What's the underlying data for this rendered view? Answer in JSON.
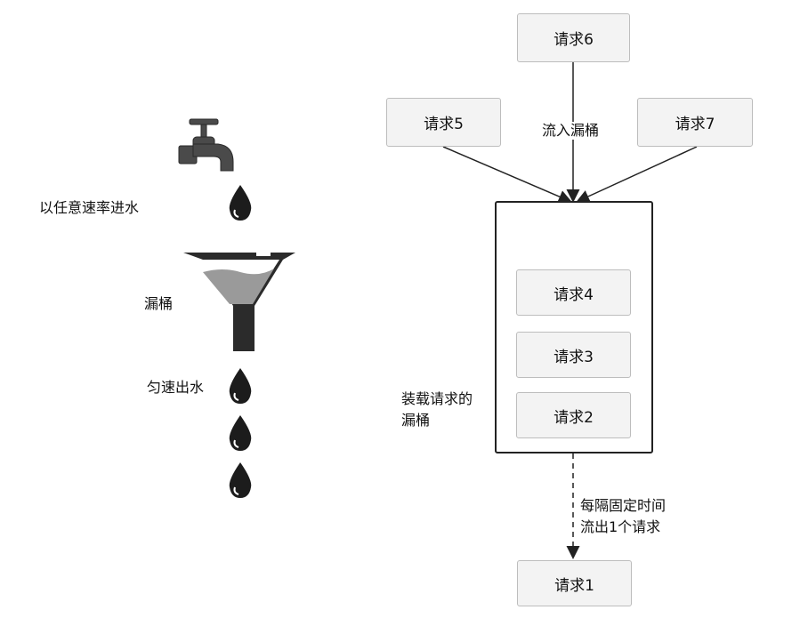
{
  "left_panel": {
    "label_inflow": "以任意速率进水",
    "label_bucket": "漏桶",
    "label_outflow": "匀速出水"
  },
  "right_panel": {
    "request_top": "请求6",
    "request_left": "请求5",
    "request_right": "请求7",
    "label_inflow": "流入漏桶",
    "bucket_label_line1": "装载请求的",
    "bucket_label_line2": "漏桶",
    "queued_requests": [
      "请求4",
      "请求3",
      "请求2"
    ],
    "label_outflow_line1": "每隔固定时间",
    "label_outflow_line2": "流出1个请求",
    "request_out": "请求1"
  },
  "icons": {
    "faucet": "faucet-icon",
    "drop": "water-drop-icon",
    "funnel": "funnel-icon"
  },
  "colors": {
    "box_fill": "#f3f3f3",
    "box_border": "#bdbdbd",
    "line": "#222222",
    "faucet": "#4a4a4a",
    "funnel_water": "#9a9a9a"
  }
}
